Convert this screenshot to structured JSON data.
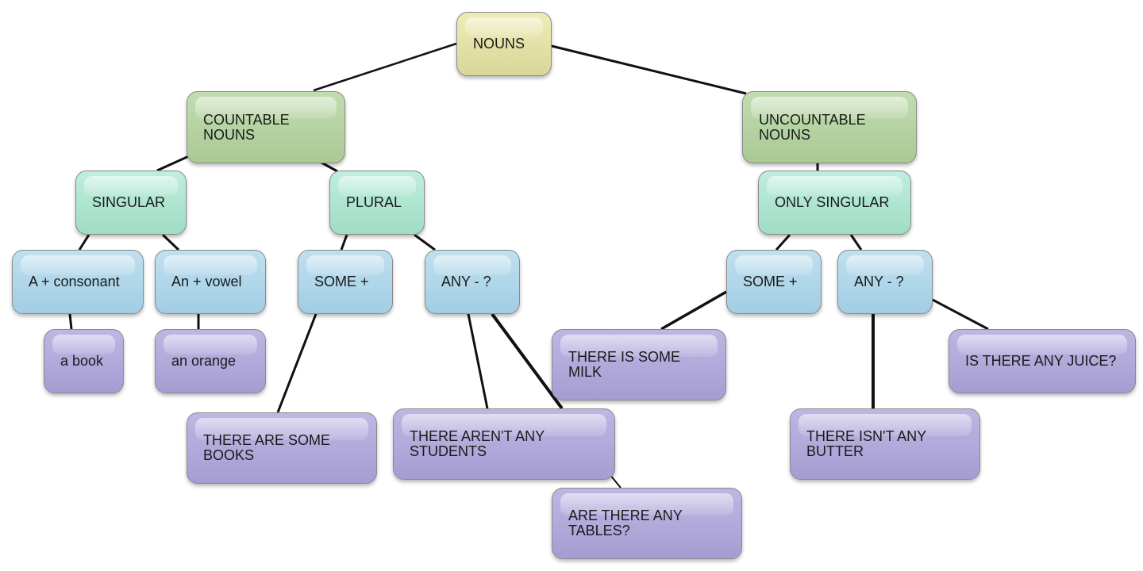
{
  "nodes": {
    "nouns": "NOUNS",
    "countable": "COUNTABLE\nNOUNS",
    "uncountable": "UNCOUNTABLE\nNOUNS",
    "singular": "SINGULAR",
    "plural": "PLURAL",
    "only_singular": "ONLY SINGULAR",
    "a_consonant": "A + consonant",
    "an_vowel": "An + vowel",
    "some_plus_c": "SOME +",
    "any_q_c": "ANY - ?",
    "some_plus_u": "SOME +",
    "any_q_u": "ANY - ?",
    "a_book": "a book",
    "an_orange": "an orange",
    "some_books": "THERE ARE SOME\nBOOKS",
    "arent_students": "THERE AREN'T ANY\nSTUDENTS",
    "any_tables": "ARE THERE ANY\nTABLES?",
    "some_milk": "THERE IS SOME\nMILK",
    "isnt_butter": "THERE ISN'T ANY\nBUTTER",
    "any_juice": "IS THERE ANY JUICE?"
  },
  "colors": {
    "root": "#e4e2a8",
    "category": "#b5d3a2",
    "number": "#afe6d1",
    "rule": "#b0d6ea",
    "example": "#b1aadb",
    "connector": "#111111"
  }
}
